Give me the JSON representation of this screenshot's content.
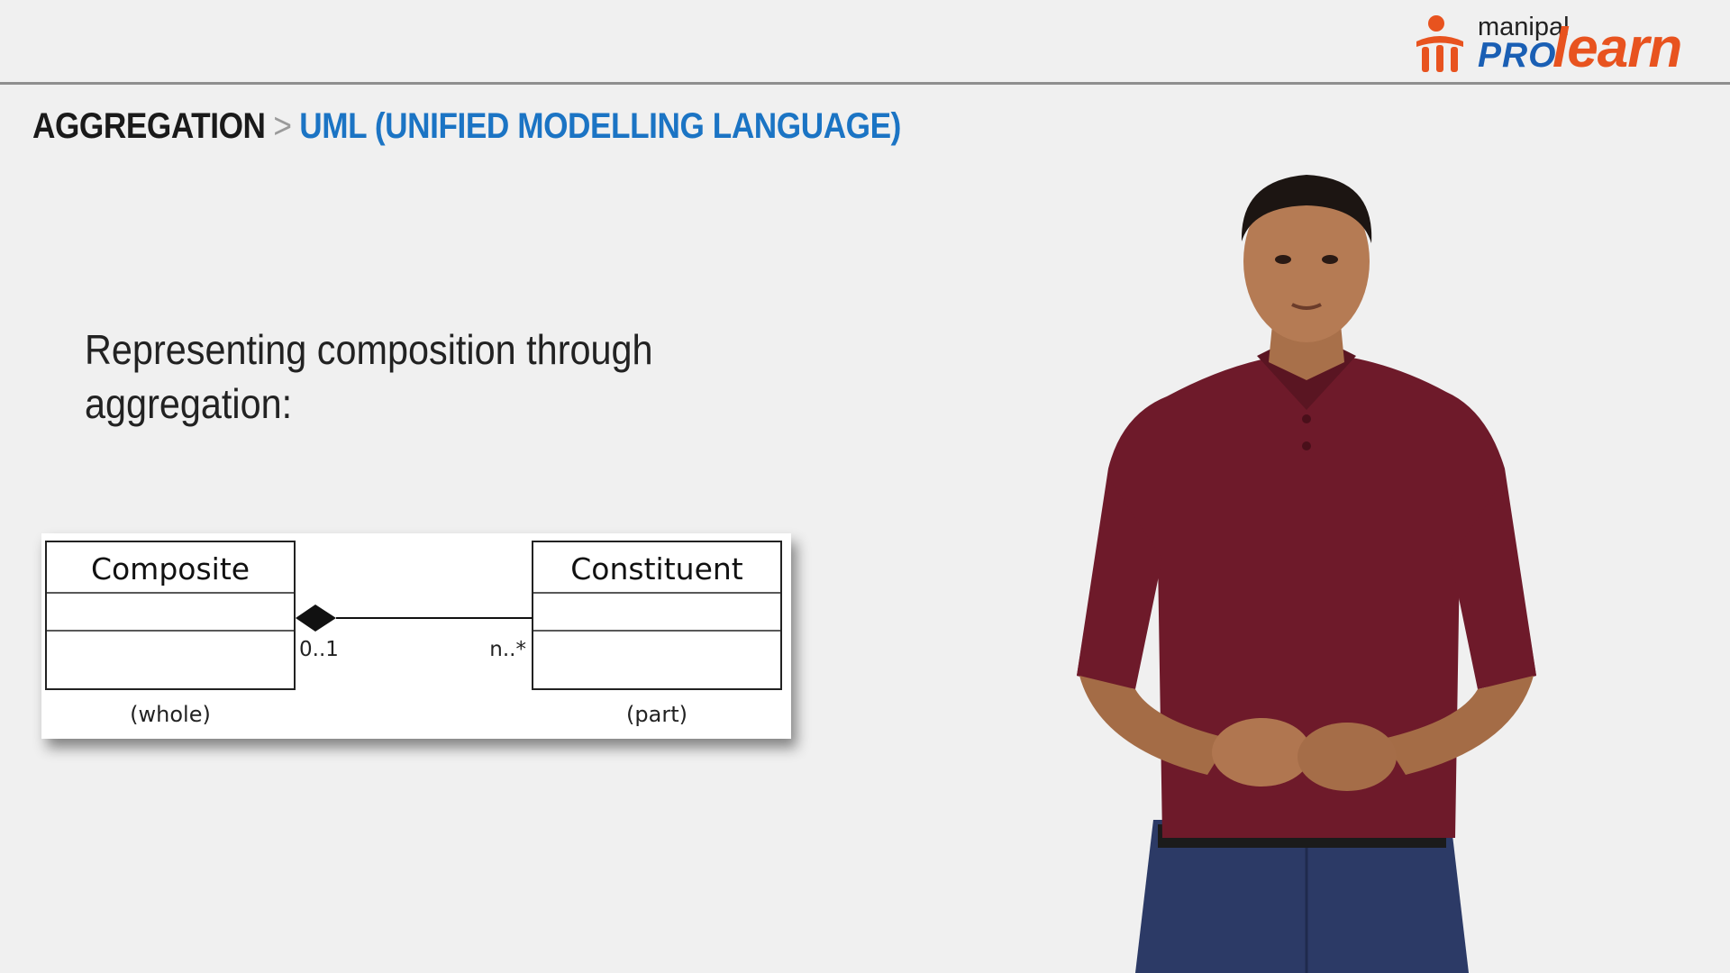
{
  "logo": {
    "top_text": "manipal",
    "pro_text": "PRO",
    "learn_text": "learn",
    "colors": {
      "orange": "#e8531f",
      "blue": "#1a5fb4"
    }
  },
  "breadcrumb": {
    "section": "AGGREGATION",
    "separator": ">",
    "topic": "UML (UNIFIED MODELLING LANGUAGE)"
  },
  "slide": {
    "intro_line1": "Representing composition through",
    "intro_line2": "aggregation:"
  },
  "diagram": {
    "left_class": {
      "name": "Composite",
      "role": "(whole)",
      "multiplicity": "0..1"
    },
    "right_class": {
      "name": "Constituent",
      "role": "(part)",
      "multiplicity": "n..*"
    }
  },
  "colors": {
    "background": "#f0f0f0",
    "breadcrumb_topic": "#1b74c4",
    "shirt": "#6e1a2a",
    "jeans": "#2c3a66"
  }
}
